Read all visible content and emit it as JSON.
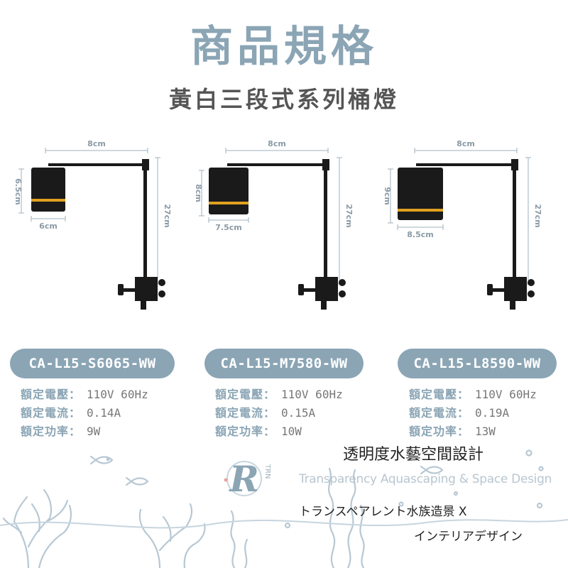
{
  "header": {
    "title": "商品規格",
    "subtitle": "黃白三段式系列桶燈"
  },
  "colors": {
    "accent": "#8ba5b5",
    "lamp_body": "#1a1a1a",
    "lamp_ring": "#e0a020",
    "dimension": "#9fb0bc",
    "spec_value": "#777777"
  },
  "products": [
    {
      "model": "CA-L15-S6065-WW",
      "dims": {
        "arm_width": "8cm",
        "lamp_height": "6.5cm",
        "lamp_width": "6cm",
        "total_height": "27cm"
      },
      "specs": [
        {
          "label": "額定電壓：",
          "value": "110V 60Hz"
        },
        {
          "label": "額定電流：",
          "value": "0.14A"
        },
        {
          "label": "額定功率：",
          "value": "9W"
        }
      ]
    },
    {
      "model": "CA-L15-M7580-WW",
      "dims": {
        "arm_width": "8cm",
        "lamp_height": "8cm",
        "lamp_width": "7.5cm",
        "total_height": "27cm"
      },
      "specs": [
        {
          "label": "額定電壓：",
          "value": "110V 60Hz"
        },
        {
          "label": "額定電流：",
          "value": "0.15A"
        },
        {
          "label": "額定功率：",
          "value": "10W"
        }
      ]
    },
    {
      "model": "CA-L15-L8590-WW",
      "dims": {
        "arm_width": "8cm",
        "lamp_height": "9cm",
        "lamp_width": "8.5cm",
        "total_height": "27cm"
      },
      "specs": [
        {
          "label": "額定電壓：",
          "value": "110V 60Hz"
        },
        {
          "label": "額定電流：",
          "value": "0.19A"
        },
        {
          "label": "額定功率：",
          "value": "13W"
        }
      ]
    }
  ],
  "brand": {
    "logo_letter": "R",
    "logo_small": "TRN",
    "name_cn": "透明度水藝空間設計",
    "name_en": "Transparency Aquascaping & Space Design",
    "name_jp_1": "トランスペアレント水族造景 X",
    "name_jp_2": "インテリアデザイン"
  }
}
